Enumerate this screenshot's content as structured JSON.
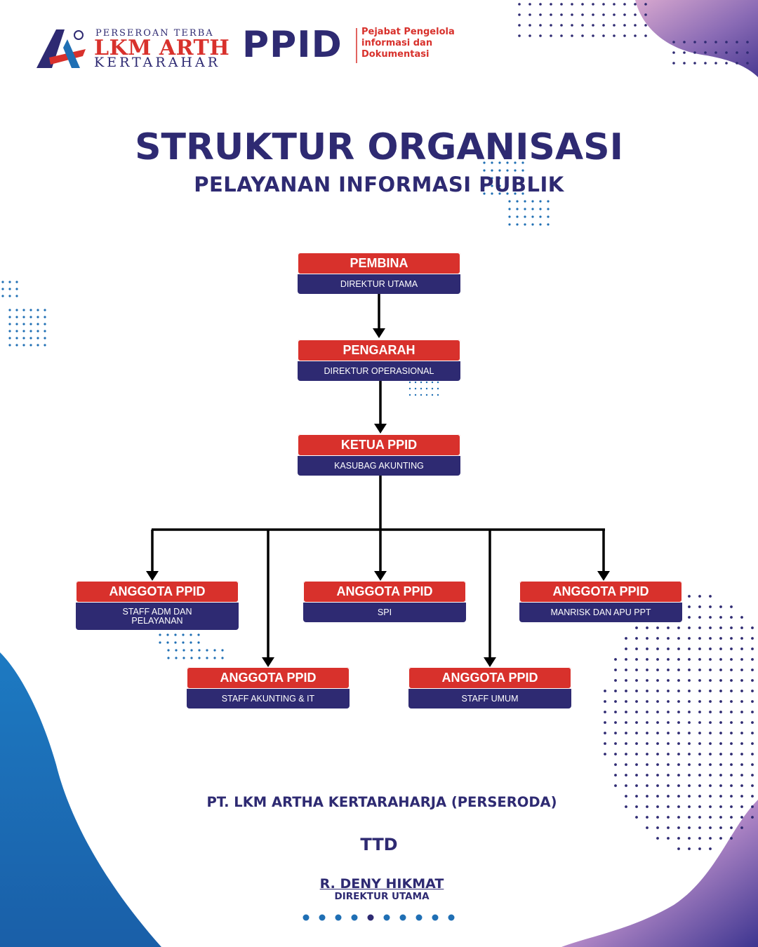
{
  "header": {
    "logo_top": "PERSEROAN TERBA",
    "logo_main": "LKM ARTH",
    "logo_bottom": "KERTARAHAR",
    "ppid": "PPID",
    "ppid_desc": "Pejabat Pengelola\ninformasi dan\nDokumentasi"
  },
  "title": "STRUKTUR ORGANISASI",
  "subtitle": "PELAYANAN INFORMASI PUBLIK",
  "org": {
    "pembina": {
      "role": "PEMBINA",
      "position": "DIREKTUR UTAMA"
    },
    "pengarah": {
      "role": "PENGARAH",
      "position": "DIREKTUR OPERASIONAL"
    },
    "ketua": {
      "role": "KETUA PPID",
      "position": "KASUBAG AKUNTING"
    },
    "anggota": [
      {
        "role": "ANGGOTA PPID",
        "position": "STAFF ADM DAN PELAYANAN"
      },
      {
        "role": "ANGGOTA PPID",
        "position": "STAFF AKUNTING & IT"
      },
      {
        "role": "ANGGOTA PPID",
        "position": "SPI"
      },
      {
        "role": "ANGGOTA PPID",
        "position": "STAFF UMUM"
      },
      {
        "role": "ANGGOTA PPID",
        "position": "MANRISK DAN APU PPT"
      }
    ]
  },
  "footer": {
    "company": "PT. LKM ARTHA KERTARAHARJA (PERSERODA)",
    "ttd": "TTD",
    "signer": "R. DENY HIKMAT",
    "signer_title": "DIREKTUR UTAMA"
  },
  "colors": {
    "navy": "#2e2a72",
    "red": "#d8312c",
    "blue": "#1f6fb4",
    "purple": "#8a6bb5"
  }
}
